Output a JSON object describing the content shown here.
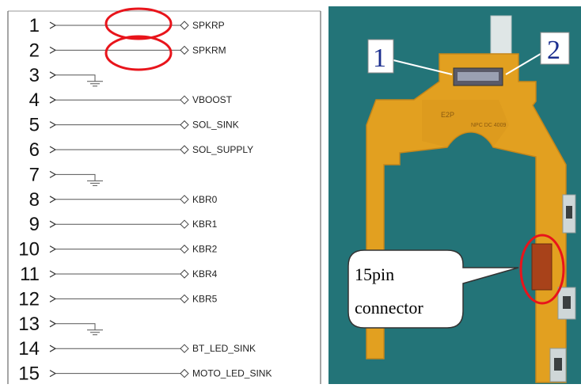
{
  "schematic": {
    "pins": [
      {
        "num": "1",
        "label": "SPKRP",
        "ground": false
      },
      {
        "num": "2",
        "label": "SPKRM",
        "ground": false
      },
      {
        "num": "3",
        "label": "",
        "ground": true
      },
      {
        "num": "4",
        "label": "VBOOST",
        "ground": false
      },
      {
        "num": "5",
        "label": "SOL_SINK",
        "ground": false
      },
      {
        "num": "6",
        "label": "SOL_SUPPLY",
        "ground": false
      },
      {
        "num": "7",
        "label": "",
        "ground": true
      },
      {
        "num": "8",
        "label": "KBR0",
        "ground": false
      },
      {
        "num": "9",
        "label": "KBR1",
        "ground": false
      },
      {
        "num": "10",
        "label": "KBR2",
        "ground": false
      },
      {
        "num": "11",
        "label": "KBR4",
        "ground": false
      },
      {
        "num": "12",
        "label": "KBR5",
        "ground": false
      },
      {
        "num": "13",
        "label": "",
        "ground": true
      },
      {
        "num": "14",
        "label": "BT_LED_SINK",
        "ground": false
      },
      {
        "num": "15",
        "label": "MOTO_LED_SINK",
        "ground": false
      }
    ],
    "highlight_color": "#e8141b"
  },
  "photo": {
    "callout_1": "1",
    "callout_2": "2",
    "bubble_line1": "15pin",
    "bubble_line2": "connector",
    "background_color": "#1f6f73",
    "board_color": "#e2a020",
    "highlight_color": "#e8141b"
  }
}
